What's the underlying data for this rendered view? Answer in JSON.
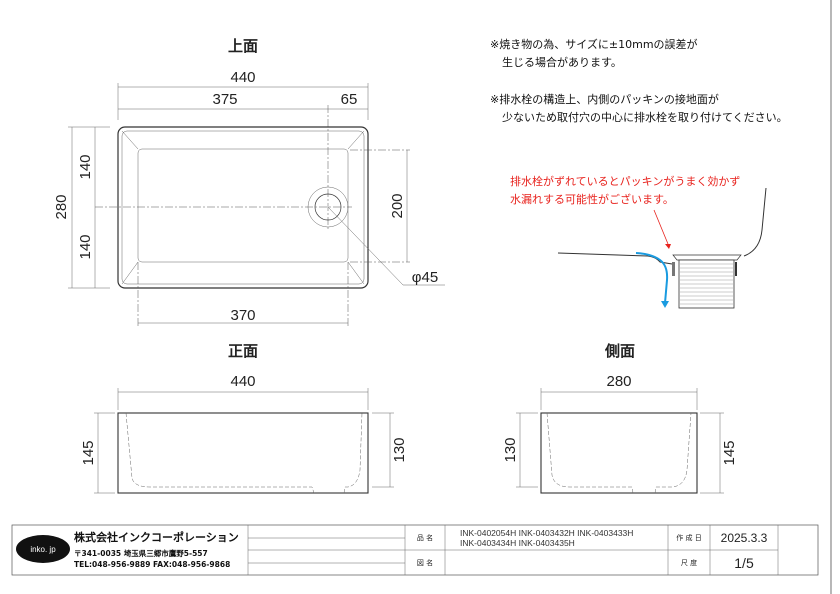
{
  "views": {
    "top": {
      "title": "上面",
      "width": "440",
      "drain_offset_a": "375",
      "drain_offset_b": "65",
      "depth": "280",
      "half_a": "140",
      "half_b": "140",
      "inner_depth": "200",
      "inner_width": "370",
      "drain_diameter": "φ45"
    },
    "front": {
      "title": "正面",
      "width": "440",
      "height_outer": "145",
      "height_inner": "130"
    },
    "side": {
      "title": "側面",
      "width": "280",
      "height_inner": "130",
      "height_outer": "145"
    }
  },
  "notes": {
    "note1_line1": "※焼き物の為、サイズに±10mmの誤差が",
    "note1_line2": "生じる場合があります。",
    "note2_line1": "※排水栓の構造上、内側のパッキンの接地面が",
    "note2_line2": "少ないため取付穴の中心に排水栓を取り付けてください。",
    "warning_line1": "排水栓がずれているとパッキンがうまく効かず",
    "warning_line2": "水漏れする可能性がございます。"
  },
  "colors": {
    "warning": "#e8231e",
    "water_flow": "#1a9be0"
  },
  "title_block": {
    "logo": "inko. jp",
    "company": "株式会社インクコーポレーション",
    "address": "〒341-0035 埼玉県三郷市鷹野5-557",
    "contact": "TEL:048-956-9889  FAX:048-956-9868",
    "product_label": "品 名",
    "product_line1": "INK-0402054H INK-0403432H INK-0403433H",
    "product_line2": "INK-0403434H INK-0403435H",
    "drawing_label": "図 名",
    "date_label": "作 成 日",
    "date": "2025.3.3",
    "scale_label": "尺 度",
    "scale": "1/5"
  }
}
